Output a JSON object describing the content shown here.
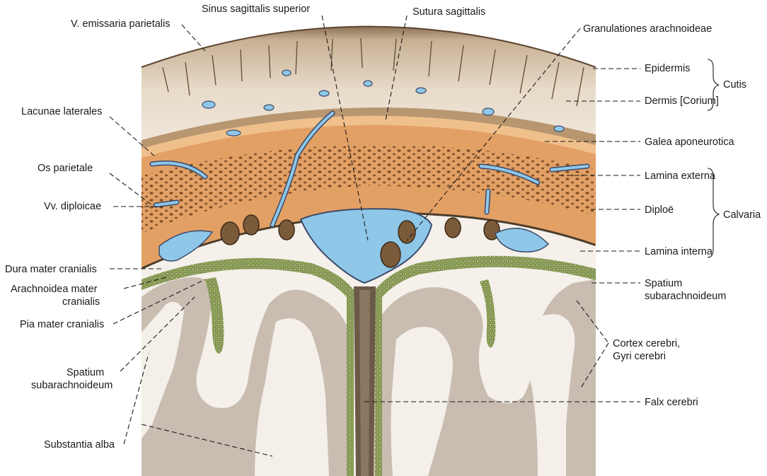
{
  "labels": {
    "v_emissaria": "V. emissaria parietalis",
    "sinus_sagittalis": "Sinus sagittalis superior",
    "sutura": "Sutura sagittalis",
    "granulationes": "Granulationes arachnoideae",
    "epidermis": "Epidermis",
    "dermis": "Dermis [Corium]",
    "cutis": "Cutis",
    "lacunae": "Lacunae laterales",
    "galea": "Galea aponeurotica",
    "os_parietale": "Os parietale",
    "lamina_externa": "Lamina externa",
    "vv_diploicae": "Vv. diploicae",
    "diploe": "Diploë",
    "calvaria": "Calvaria",
    "lamina_interna": "Lamina interna",
    "dura": "Dura mater cranialis",
    "arachnoidea_1": "Arachnoidea mater",
    "arachnoidea_2": "cranialis",
    "spatium_right_1": "Spatium",
    "spatium_right_2": "subarachnoideum",
    "pia": "Pia mater cranialis",
    "cortex_1": "Cortex cerebri,",
    "cortex_2": "Gyri cerebri",
    "spatium_left_1": "Spatium",
    "spatium_left_2": "subarachnoideum",
    "falx": "Falx cerebri",
    "substantia": "Substantia alba"
  },
  "colors": {
    "skin_light": "#e9dccb",
    "skin_dark": "#a2876a",
    "bone": "#e3a065",
    "bone_light": "#f0c08c",
    "diploe_dots": "#7a4a24",
    "vessel_blue": "#8fc7e8",
    "vessel_outline": "#3a4a6a",
    "dura": "#5a4a3a",
    "pia_green": "#8ea05a",
    "cortex": "#c9bdb1",
    "white_matter": "#f4efe9"
  }
}
